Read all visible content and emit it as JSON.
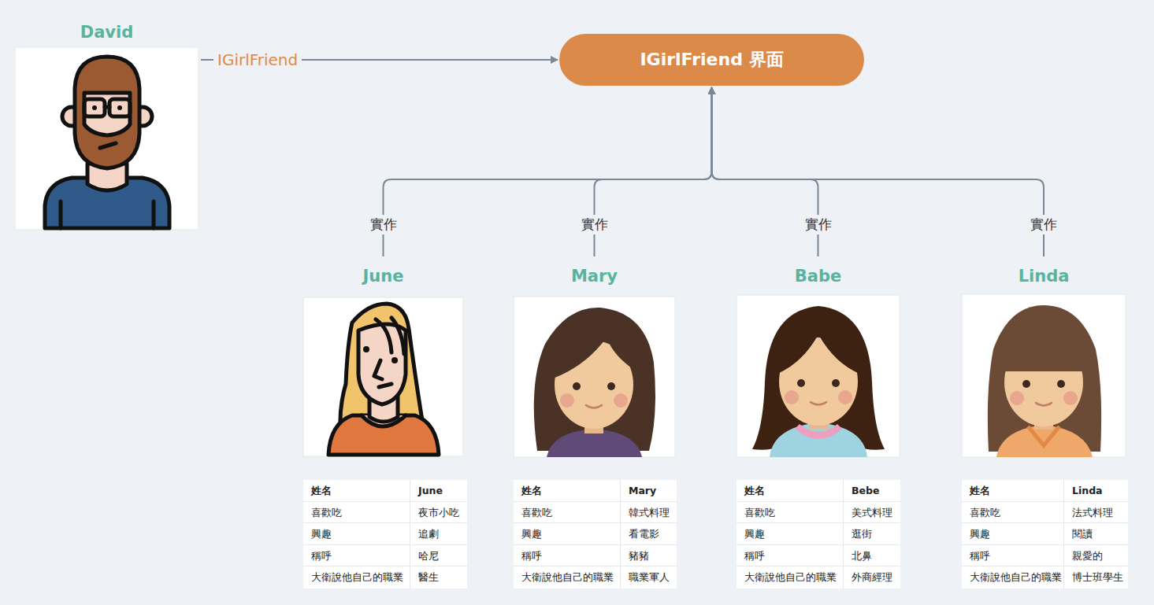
{
  "diagram": {
    "nodes": [
      {
        "text": [
          "David"
        ]
      },
      {
        "text": [
          "IGirlFriend 界面"
        ]
      },
      {
        "text": [
          "June"
        ]
      },
      {
        "text": [
          "Mary"
        ]
      },
      {
        "text": [
          "Babe"
        ]
      },
      {
        "text": [
          "Linda"
        ]
      }
    ],
    "edges": [
      {
        "from": 0,
        "to": 1,
        "label": "IGirlFriend",
        "arrow": "to"
      },
      {
        "from": 2,
        "to": 1,
        "label": "實作",
        "arrow": "to"
      },
      {
        "from": 3,
        "to": 1,
        "label": "實作",
        "arrow": "to"
      },
      {
        "from": 4,
        "to": 1,
        "label": "實作",
        "arrow": "to"
      },
      {
        "from": 5,
        "to": 1,
        "label": "實作",
        "arrow": "to"
      }
    ],
    "labels": [
      "姓名",
      "June",
      "喜歡吃",
      "夜市小吃",
      "興趣",
      "追劇",
      "稱呼",
      "哈尼",
      "大衛說他自己的職業",
      "醫生",
      "姓名",
      "Mary",
      "喜歡吃",
      "韓式料理",
      "興趣",
      "看電影",
      "稱呼",
      "豬豬",
      "大衛說他自己的職業",
      "職業軍人",
      "姓名",
      "Bebe",
      "喜歡吃",
      "美式料理",
      "興趣",
      "逛街",
      "稱呼",
      "北鼻",
      "大衛說他自己的職業",
      "外商經理",
      "姓名",
      "Linda",
      "喜歡吃",
      "法式料理",
      "興趣",
      "閱讀",
      "稱呼",
      "親愛的",
      "大衛說他自己的職業",
      "博士班學生"
    ]
  }
}
